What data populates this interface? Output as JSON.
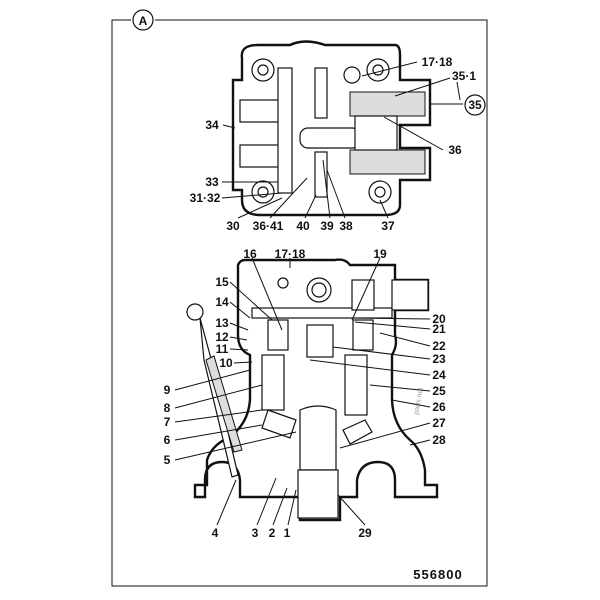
{
  "figure": {
    "view_marker": "A",
    "figure_number": "556800",
    "watermark": "parts.net"
  },
  "top_view_labels": [
    "17·18",
    "35·1",
    "35",
    "34",
    "36",
    "33",
    "31·32",
    "30",
    "36·41",
    "40",
    "39",
    "38",
    "37"
  ],
  "section_view_labels": [
    "16",
    "17·18",
    "19",
    "15",
    "14",
    "13",
    "20",
    "21",
    "12",
    "11",
    "22",
    "23",
    "10",
    "24",
    "9",
    "25",
    "8",
    "26",
    "7",
    "27",
    "6",
    "28",
    "5",
    "4",
    "3",
    "2",
    "1",
    "29"
  ]
}
